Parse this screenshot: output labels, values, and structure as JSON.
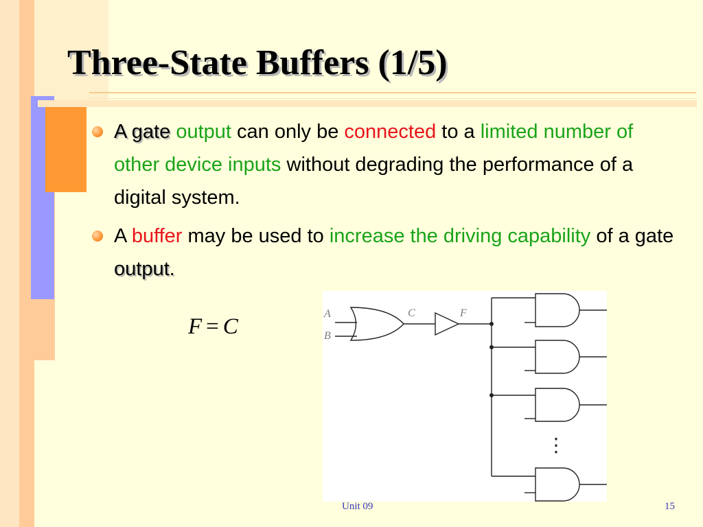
{
  "slide": {
    "title": "Three-State Buffers (1/5)",
    "bullets": [
      {
        "segments": [
          {
            "text": "A gate",
            "color": "black",
            "shadow": true
          },
          {
            "text": " "
          },
          {
            "text": "output",
            "color": "green"
          },
          {
            "text": " can only be "
          },
          {
            "text": "connected",
            "color": "red"
          },
          {
            "text": " to a "
          },
          {
            "text": "limited number of other device inputs",
            "color": "green"
          },
          {
            "text": " without degrading the performance of a digital system."
          }
        ]
      },
      {
        "segments": [
          {
            "text": "A "
          },
          {
            "text": "buffer",
            "color": "red"
          },
          {
            "text": " may be used to "
          },
          {
            "text": "increase the driving capability",
            "color": "green"
          },
          {
            "text": " of a gate "
          },
          {
            "text": "output.",
            "color": "black",
            "shadow": true
          }
        ]
      }
    ],
    "equation": {
      "lhs": "F",
      "op": "=",
      "rhs": "C"
    },
    "diagram": {
      "labels": {
        "in_a": "A",
        "in_b": "B",
        "out_c": "C",
        "out_f": "F"
      },
      "continuation": "⋮",
      "gates": [
        "or-gate",
        "buffer",
        "and-gate",
        "and-gate",
        "and-gate",
        "and-gate"
      ]
    },
    "footer": {
      "unit": "Unit 09",
      "page": "15"
    }
  },
  "colors": {
    "background": "#ffffdd",
    "green": "#1aa31a",
    "red": "#e8141b",
    "bullet": "#ff9a3c",
    "footer": "#3939b9",
    "deco_orange": "#ffcc99",
    "deco_dark_orange": "#ff9933",
    "deco_blue": "#9999ff"
  }
}
